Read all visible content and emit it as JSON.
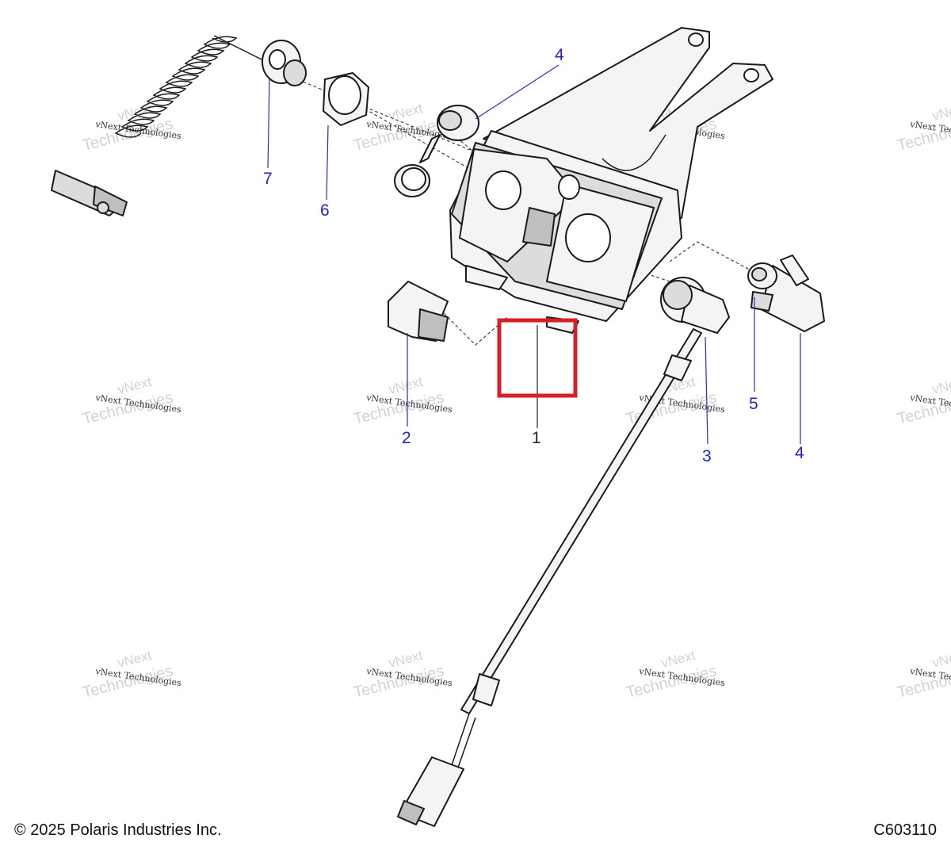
{
  "callouts": [
    {
      "key": "1",
      "label": "1"
    },
    {
      "key": "2",
      "label": "2"
    },
    {
      "key": "3",
      "label": "3"
    },
    {
      "key": "4a",
      "label": "4"
    },
    {
      "key": "4b",
      "label": "4"
    },
    {
      "key": "5",
      "label": "5"
    },
    {
      "key": "6",
      "label": "6"
    },
    {
      "key": "7",
      "label": "7"
    }
  ],
  "watermark": {
    "line1": "vNext Technologies",
    "line2": "Technologies",
    "line3": "vNext"
  },
  "footer": {
    "copyright": "© 2025 Polaris Industries Inc.",
    "drawing_number": "C603110"
  },
  "colors": {
    "callout_text": "#2222cc",
    "highlight_box": "#d61f26",
    "watermark": "#d2d2d2"
  }
}
